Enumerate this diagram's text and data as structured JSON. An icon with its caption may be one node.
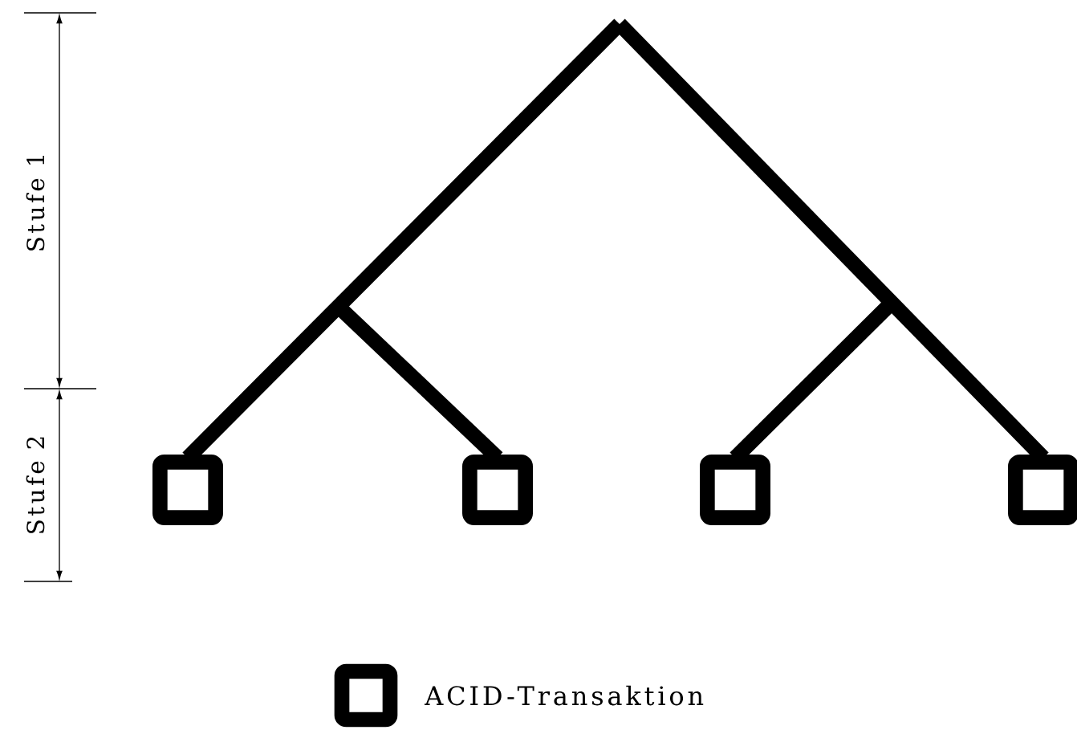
{
  "diagram": {
    "nodes": [
      {
        "text": [],
        "shape": "box"
      },
      {
        "text": [],
        "shape": "box"
      },
      {
        "text": [],
        "shape": "box"
      },
      {
        "text": [],
        "shape": "box"
      }
    ],
    "edges": [
      {
        "from": null,
        "to": 0,
        "arrow": "none"
      },
      {
        "from": null,
        "to": 1,
        "arrow": "none"
      },
      {
        "from": null,
        "to": 2,
        "arrow": "none"
      },
      {
        "from": null,
        "to": 3,
        "arrow": "none"
      }
    ],
    "labels": [
      "Stufe 1",
      "Stufe 2"
    ],
    "legend": [
      {
        "text": "ACID-Transaktion"
      }
    ]
  }
}
